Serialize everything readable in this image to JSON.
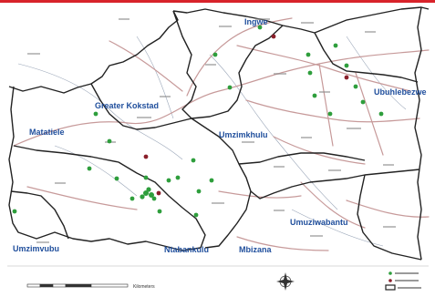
{
  "map": {
    "regions": [
      {
        "id": "greater-kokstad",
        "label": "Greater Kokstad"
      },
      {
        "id": "matatiele",
        "label": "Matatiele"
      },
      {
        "id": "umzimkhulu",
        "label": "Umzimkhulu"
      },
      {
        "id": "ubuhlebezwe",
        "label": "Ubuhlebezwe"
      },
      {
        "id": "umuziwabantu",
        "label": "Umuziwabantu"
      },
      {
        "id": "umzimvubu",
        "label": "Umzimvubu"
      },
      {
        "id": "ntabankulu",
        "label": "Ntabankulu"
      },
      {
        "id": "mbizana",
        "label": "Mbizana"
      },
      {
        "id": "ingwe",
        "label": "Ingwe"
      }
    ],
    "scale_bar": {
      "unit_label": "Kilometers"
    },
    "colors": {
      "boundary": "#222222",
      "road": "#c79a9a",
      "river": "#9aa6b8",
      "region_label": "#1f4e9c",
      "facility_marker": "#2e9e3c",
      "hospital_marker": "#8a1f2a",
      "top_rule": "#d8232a"
    }
  }
}
